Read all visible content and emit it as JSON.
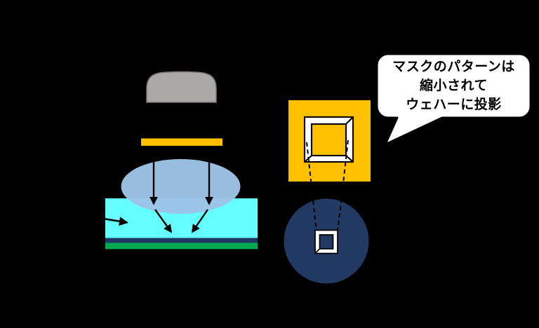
{
  "callout": {
    "lines": [
      "マスクのパターンは",
      "縮小されて",
      "ウェハーに投影"
    ]
  },
  "colors": {
    "background": "#000000",
    "light_source_gray": "#ACA8A8",
    "light_source_border": "#7B7474",
    "mask_orange": "#FFC000",
    "lens_light_blue": "#9DC3E6",
    "water_cyan": "#66FFFF",
    "resist_navy": "#1F3864",
    "wafer_green": "#00AB50",
    "wafer_circle_navy": "#223A62",
    "pattern_white": "#FFFFFF",
    "bubble_white": "#FFFFFF",
    "line_black": "#000000"
  }
}
